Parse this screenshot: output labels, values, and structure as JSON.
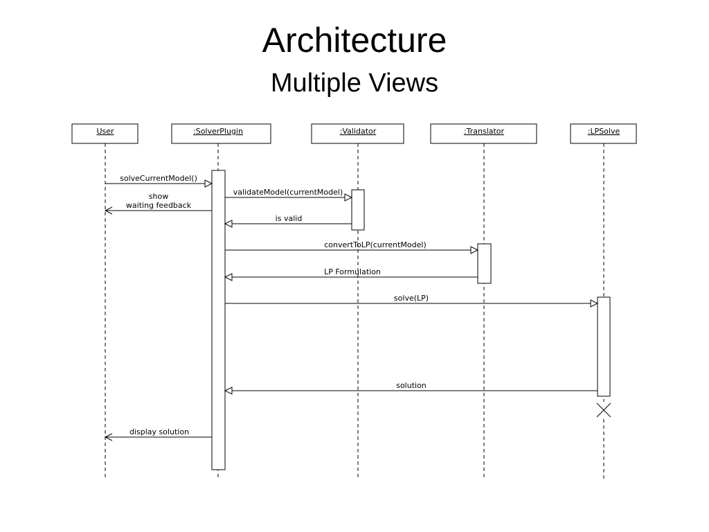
{
  "slide": {
    "title": "Architecture",
    "subtitle": "Multiple Views"
  },
  "participants": [
    {
      "id": "user",
      "label": "User"
    },
    {
      "id": "solver",
      "label": ":SolverPlugin"
    },
    {
      "id": "validator",
      "label": ":Validator"
    },
    {
      "id": "translator",
      "label": ":Translator"
    },
    {
      "id": "lpsolve",
      "label": ":LPSolve"
    }
  ],
  "messages": [
    {
      "id": "m1",
      "lines": [
        "solveCurrentModel()"
      ]
    },
    {
      "id": "m2",
      "lines": [
        "validateModel(currentModel)"
      ]
    },
    {
      "id": "m3",
      "lines": [
        "show",
        "waiting feedback"
      ]
    },
    {
      "id": "m4",
      "lines": [
        "is valid"
      ]
    },
    {
      "id": "m5",
      "lines": [
        "convertToLP(currentModel)"
      ]
    },
    {
      "id": "m6",
      "lines": [
        "LP Formulation"
      ]
    },
    {
      "id": "m7",
      "lines": [
        "solve(LP)"
      ]
    },
    {
      "id": "m8",
      "lines": [
        "solution"
      ]
    },
    {
      "id": "m9",
      "lines": [
        "display solution"
      ]
    }
  ]
}
